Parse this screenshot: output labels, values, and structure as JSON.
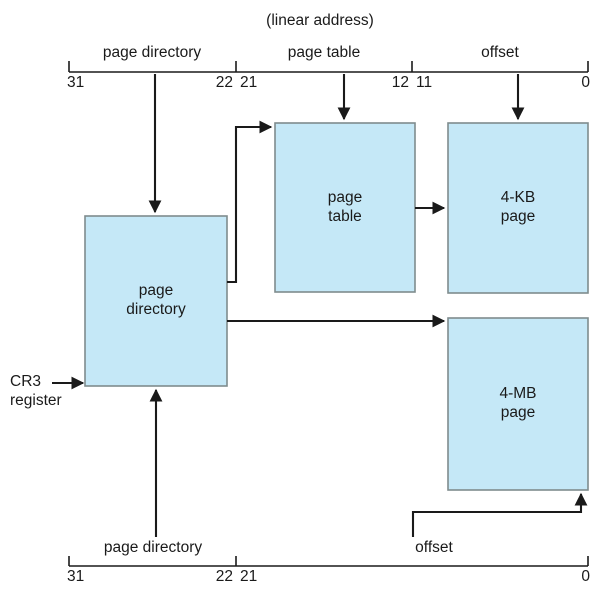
{
  "diagram": {
    "title": "(linear address)",
    "colors": {
      "box_fill": "#c5e8f7",
      "box_stroke": "#7f8c8d",
      "line": "#1a1a1a",
      "background": "#ffffff"
    },
    "top_address_bar": {
      "fields": [
        {
          "name": "page directory",
          "high_bit": "31",
          "low_bit": "22"
        },
        {
          "name": "page table",
          "high_bit": "21",
          "low_bit": "12"
        },
        {
          "name": "offset",
          "high_bit": "11",
          "low_bit": "0"
        }
      ]
    },
    "bottom_address_bar": {
      "fields": [
        {
          "name": "page directory",
          "high_bit": "31",
          "low_bit": "22"
        },
        {
          "name": "offset",
          "high_bit": "21",
          "low_bit": "0"
        }
      ]
    },
    "boxes": [
      {
        "id": "page-directory",
        "label": "page\ndirectory"
      },
      {
        "id": "page-table",
        "label": "page\ntable"
      },
      {
        "id": "page-4kb",
        "label": "4-KB\npage"
      },
      {
        "id": "page-4mb",
        "label": "4-MB\npage"
      }
    ],
    "cr3": {
      "label": "CR3\nregister"
    }
  }
}
